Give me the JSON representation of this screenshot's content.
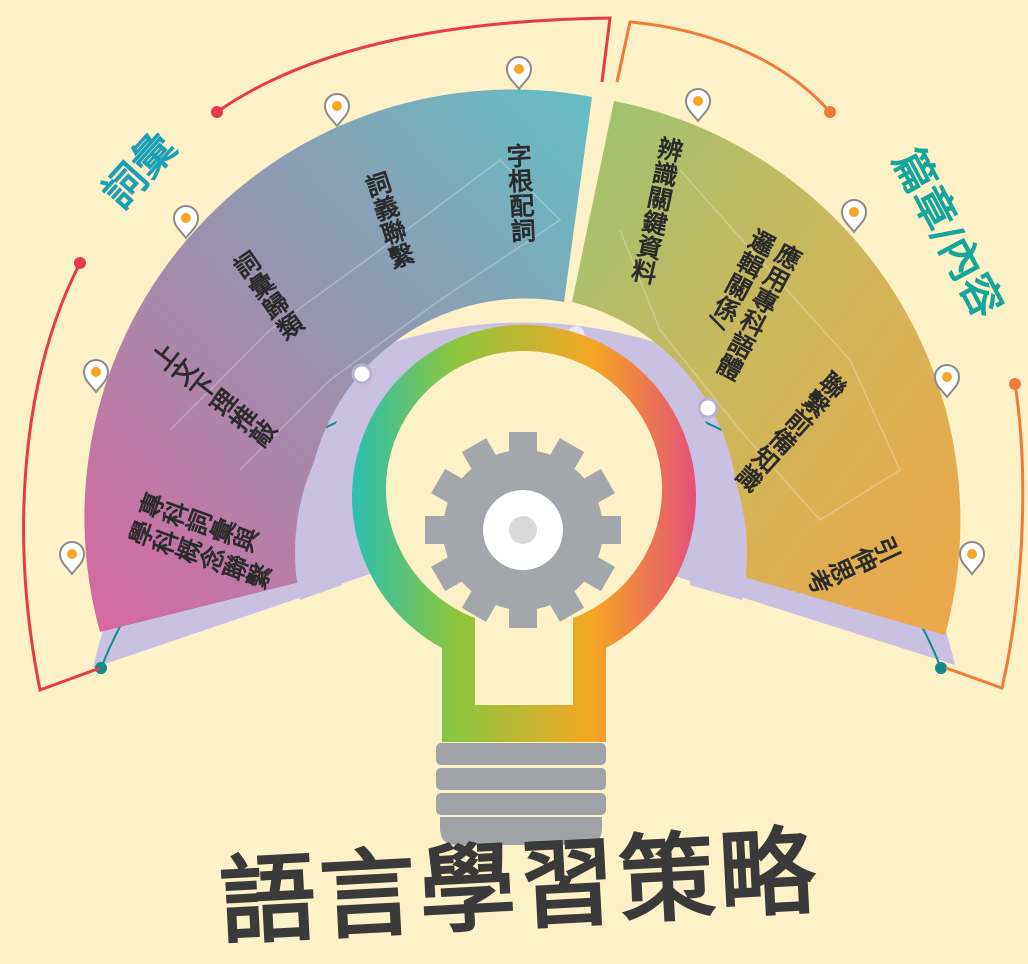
{
  "title": "語言學習策略",
  "categories": [
    {
      "label": "詞彙",
      "color": "#1c9fb5"
    },
    {
      "label": "篇章/內容",
      "color": "#15a59a"
    }
  ],
  "vocabulary_items": [
    "學科概念聯繫",
    "專科詞彙與",
    "上文下理推敲",
    "詞彙歸類",
    "詞義聯繫",
    "字根配詞"
  ],
  "discourse_items": [
    "辨識關鍵資料",
    "應用專科語體",
    "邏輯關係/",
    "聯繫前備知識",
    "引伸思考"
  ],
  "colors": {
    "background": "#fdf1c8",
    "band": "#c8c0e0",
    "vocab_bracket": "#e8394c",
    "content_bracket": "#f07a3a",
    "gear": "#a3a6aa",
    "bulb_base": "#9fa2a6",
    "arc_line": "#0f8a8a"
  },
  "icons": [
    "gear-icon",
    "map-pin-icon",
    "lightbulb-icon"
  ]
}
